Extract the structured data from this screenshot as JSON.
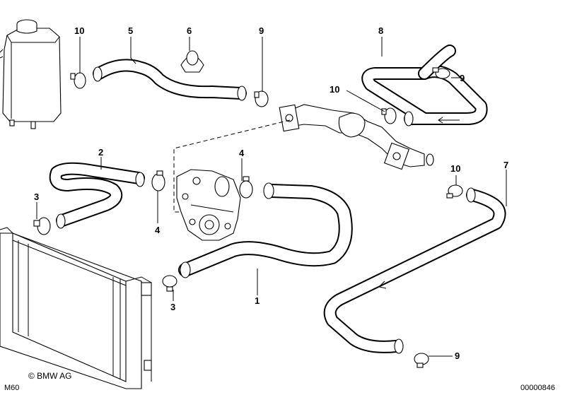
{
  "diagram": {
    "callouts": [
      {
        "id": "c10a",
        "label": "10"
      },
      {
        "id": "c5",
        "label": "5"
      },
      {
        "id": "c6",
        "label": "6"
      },
      {
        "id": "c9a",
        "label": "9"
      },
      {
        "id": "c8",
        "label": "8"
      },
      {
        "id": "c9b",
        "label": "9"
      },
      {
        "id": "c10b",
        "label": "10"
      },
      {
        "id": "c2",
        "label": "2"
      },
      {
        "id": "c4a",
        "label": "4"
      },
      {
        "id": "c3a",
        "label": "3"
      },
      {
        "id": "c4b",
        "label": "4"
      },
      {
        "id": "c10c",
        "label": "10"
      },
      {
        "id": "c7",
        "label": "7"
      },
      {
        "id": "c3b",
        "label": "3"
      },
      {
        "id": "c1",
        "label": "1"
      },
      {
        "id": "c9c",
        "label": "9"
      }
    ],
    "copyright": "© BMW AG",
    "model": "M60",
    "image_number": "00000846"
  }
}
